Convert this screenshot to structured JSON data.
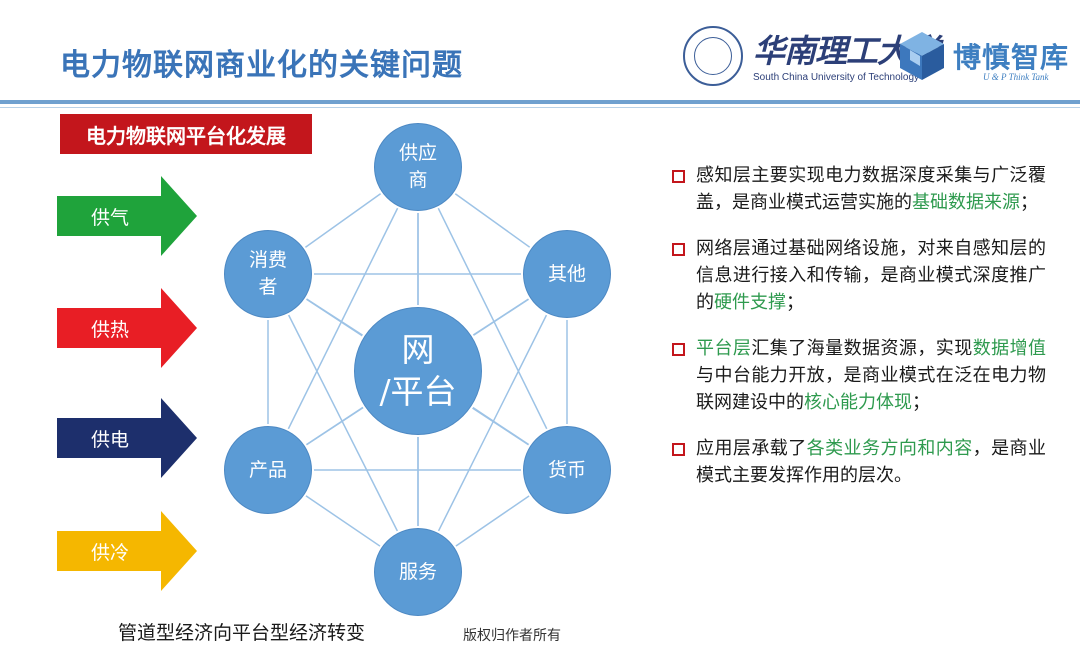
{
  "header": {
    "title": "电力物联网商业化的关键问题",
    "university_cn": "华南理工大学",
    "university_en": "South China University of Technology",
    "think_tank_cn": "博慎智库",
    "think_tank_en": "U & P Think Tank"
  },
  "section_tag": "电力物联网平台化发展",
  "arrows": [
    {
      "label": "供气",
      "color": "#1fa33b"
    },
    {
      "label": "供热",
      "color": "#e81e25"
    },
    {
      "label": "供电",
      "color": "#1d2f6c"
    },
    {
      "label": "供冷",
      "color": "#f5b700"
    }
  ],
  "diagram": {
    "center": "网\n/平台",
    "nodes": [
      {
        "id": "supplier",
        "label": "供应\n商"
      },
      {
        "id": "other",
        "label": "其他"
      },
      {
        "id": "currency",
        "label": "货币"
      },
      {
        "id": "service",
        "label": "服务"
      },
      {
        "id": "product",
        "label": "产品"
      },
      {
        "id": "consumer",
        "label": "消费\n者"
      }
    ],
    "node_color": "#5b9bd5",
    "line_color": "#9dc3e6"
  },
  "bullets": [
    [
      {
        "t": "感知层主要实现电力数据深度采集与广泛覆盖，是商业模式运营实施的"
      },
      {
        "t": "基础数据来源",
        "hl": true
      },
      {
        "t": "；"
      }
    ],
    [
      {
        "t": "网络层通过基础网络设施，对来自感知层的信息进行接入和传输，是商业模式深度推广的"
      },
      {
        "t": "硬件支撑",
        "hl": true
      },
      {
        "t": "；"
      }
    ],
    [
      {
        "t": "平台层",
        "hl": true
      },
      {
        "t": "汇集了海量数据资源，实现"
      },
      {
        "t": "数据增值",
        "hl": true
      },
      {
        "t": "与中台能力开放，是商业模式在泛在电力物联网建设中的"
      },
      {
        "t": "核心能力体现",
        "hl": true
      },
      {
        "t": "；"
      }
    ],
    [
      {
        "t": "应用层承载了"
      },
      {
        "t": "各类业务方向和内容",
        "hl": true
      },
      {
        "t": "，是商业模式主要发挥作用的层次。"
      }
    ]
  ],
  "captions": {
    "main": "管道型经济向平台型经济转变",
    "copyright": "版权归作者所有"
  },
  "colors": {
    "title": "#3a74b8",
    "tag_bg": "#c3161c",
    "highlight": "#2e9a4e",
    "bullet_box": "#c3161c"
  }
}
